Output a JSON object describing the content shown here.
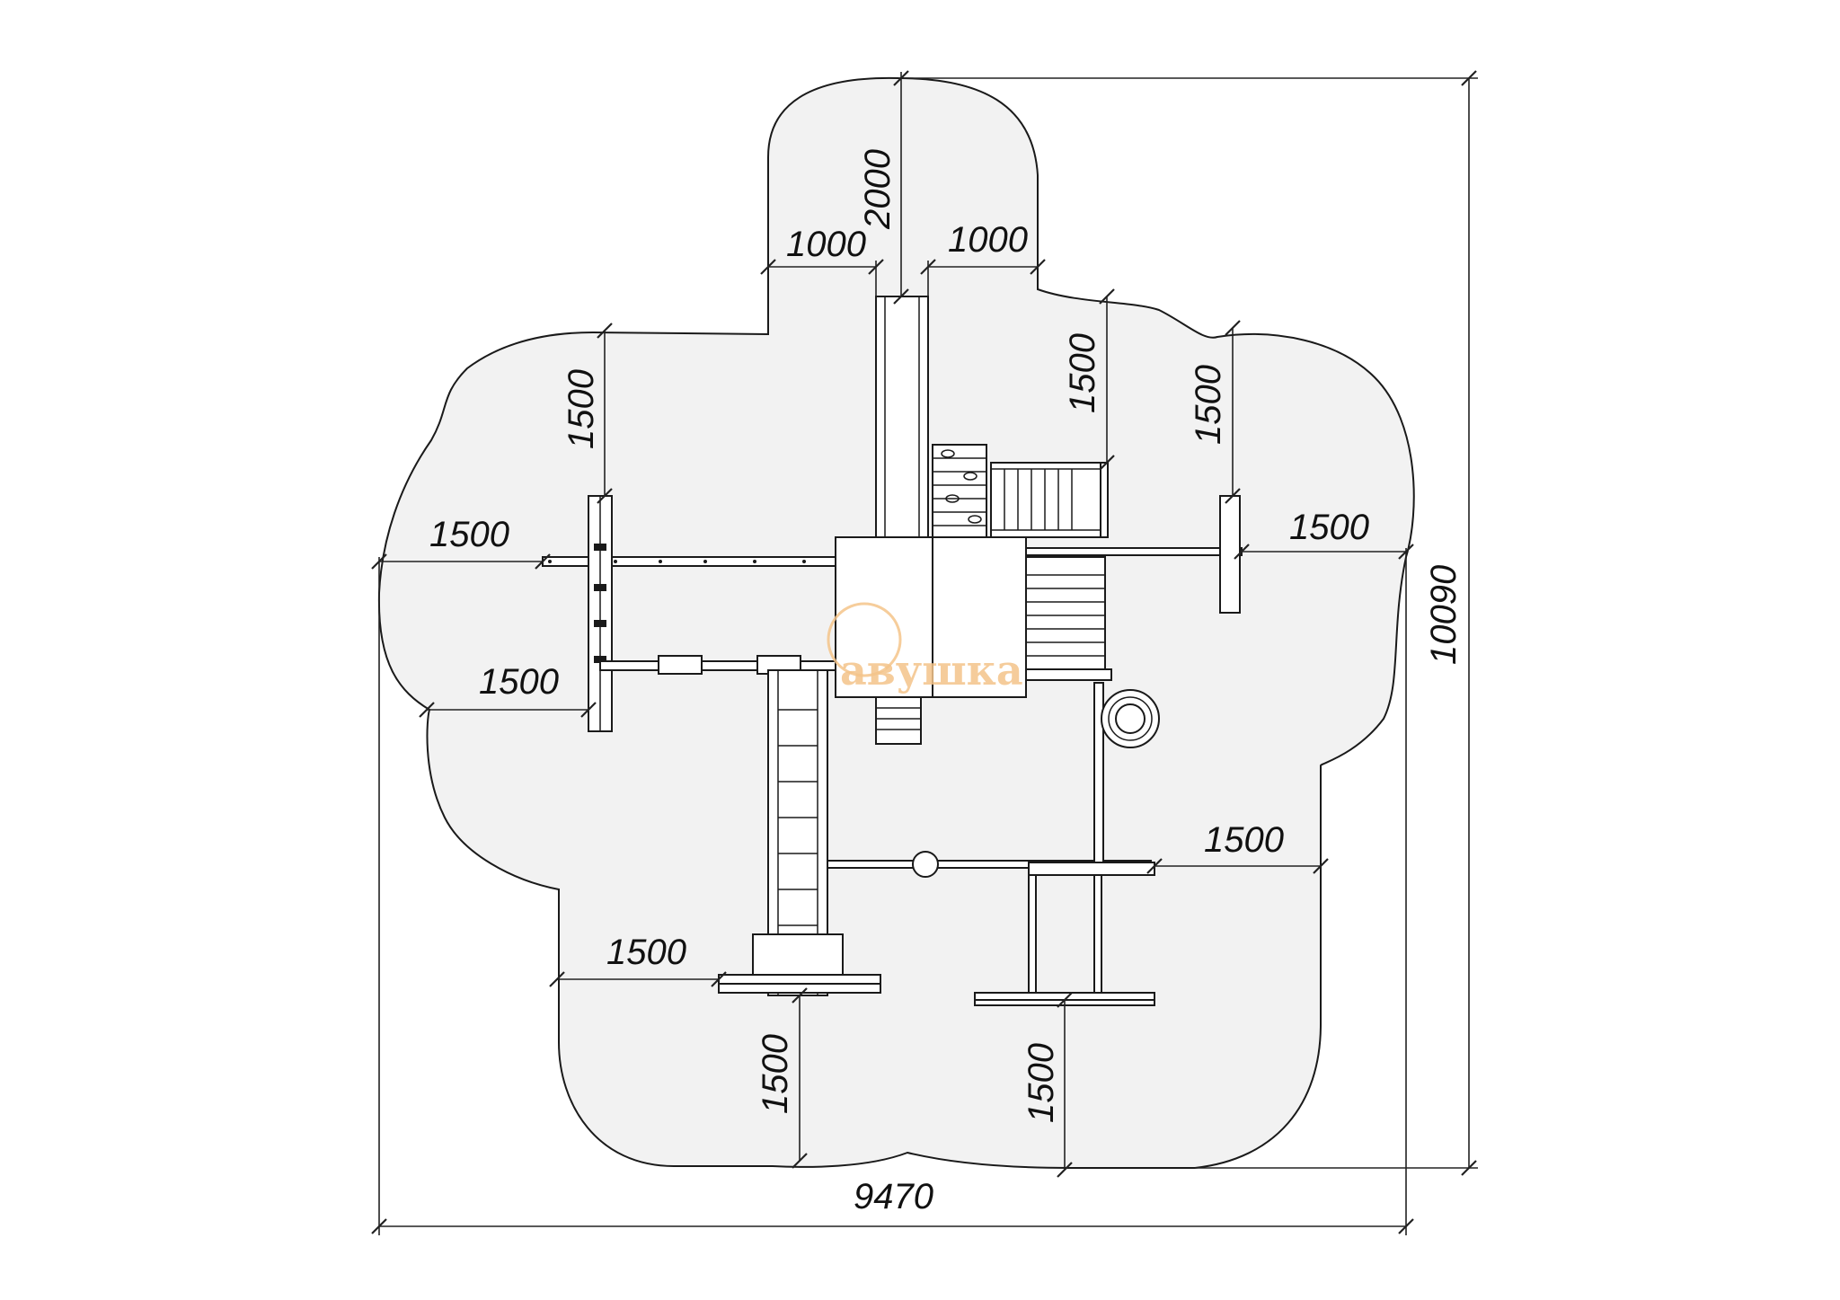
{
  "dimensions": {
    "total_width": "9470",
    "total_height": "10090",
    "slide_length": "2000",
    "slide_left_clearance": "1000",
    "slide_right_clearance": "1000",
    "top_left_clearance": "1500",
    "top_right_clearance": "1500",
    "far_right_top_clearance": "1500",
    "left_bar_clearance": "1500",
    "left_lower_clearance": "1500",
    "right_bar_clearance": "1500",
    "right_mid_clearance": "1500",
    "bottom_left_side_clearance": "1500",
    "bottom_ladder_clearance": "1500",
    "bottom_swing_clearance": "1500"
  },
  "logo": {
    "text": "авушка",
    "color": "#f4c48a"
  },
  "colors": {
    "zone_fill": "#f2f2f2",
    "line": "#1a1a1a"
  }
}
